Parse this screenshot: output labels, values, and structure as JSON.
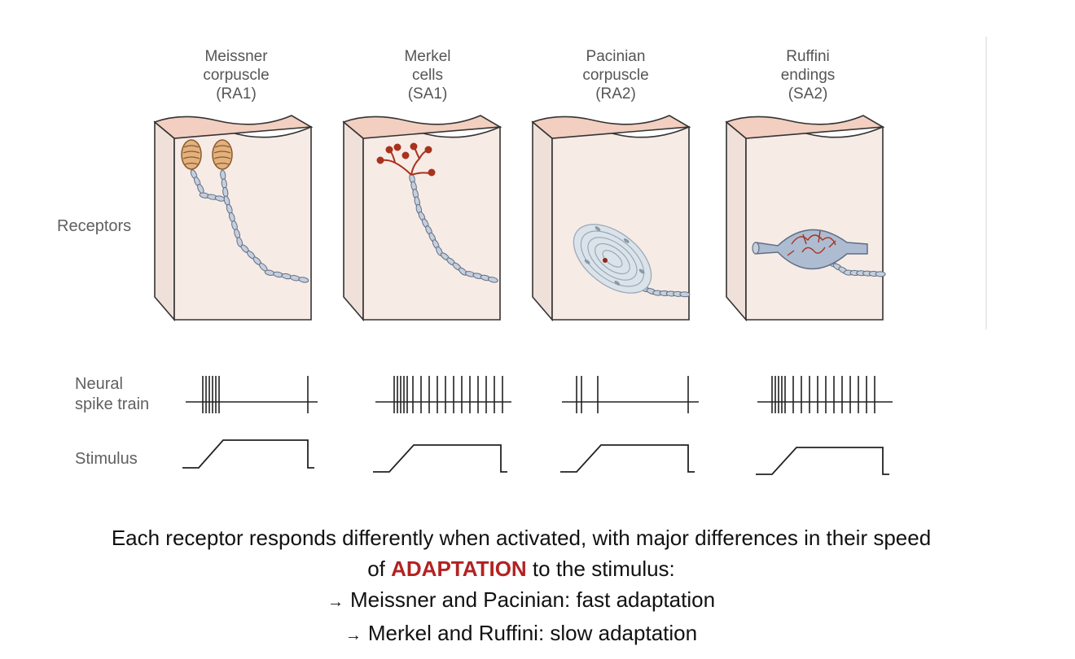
{
  "receptors": [
    {
      "id": "meissner",
      "name_line1": "Meissner",
      "name_line2": "corpuscle",
      "code": "(RA1)"
    },
    {
      "id": "merkel",
      "name_line1": "Merkel",
      "name_line2": "cells",
      "code": "(SA1)"
    },
    {
      "id": "pacinian",
      "name_line1": "Pacinian",
      "name_line2": "corpuscle",
      "code": "(RA2)"
    },
    {
      "id": "ruffini",
      "name_line1": "Ruffini",
      "name_line2": "endings",
      "code": "(SA2)"
    }
  ],
  "row_labels": {
    "receptors": "Receptors",
    "spike_line1": "Neural",
    "spike_line2": "spike train",
    "stimulus": "Stimulus"
  },
  "caption": {
    "line1": "Each receptor responds differently when activated, with major differences in their speed",
    "line2_prefix": "of ",
    "line2_highlight": "ADAPTATION",
    "line2_suffix": " to the stimulus:",
    "arrow": "→",
    "bullet1": "Meissner and Pacinian: fast adaptation",
    "bullet2": "Merkel and Ruffini: slow adaptation"
  },
  "colors": {
    "highlight": "#b22222",
    "skin_surface": "#f2cfc0",
    "block_face": "#f7ebe6",
    "block_side": "#efe0da",
    "nerve_fill": "#c6cfdc",
    "nerve_stroke": "#5f6f86",
    "merkel_cells": "#a8321e",
    "meissner_fill": "#e3b17e"
  }
}
